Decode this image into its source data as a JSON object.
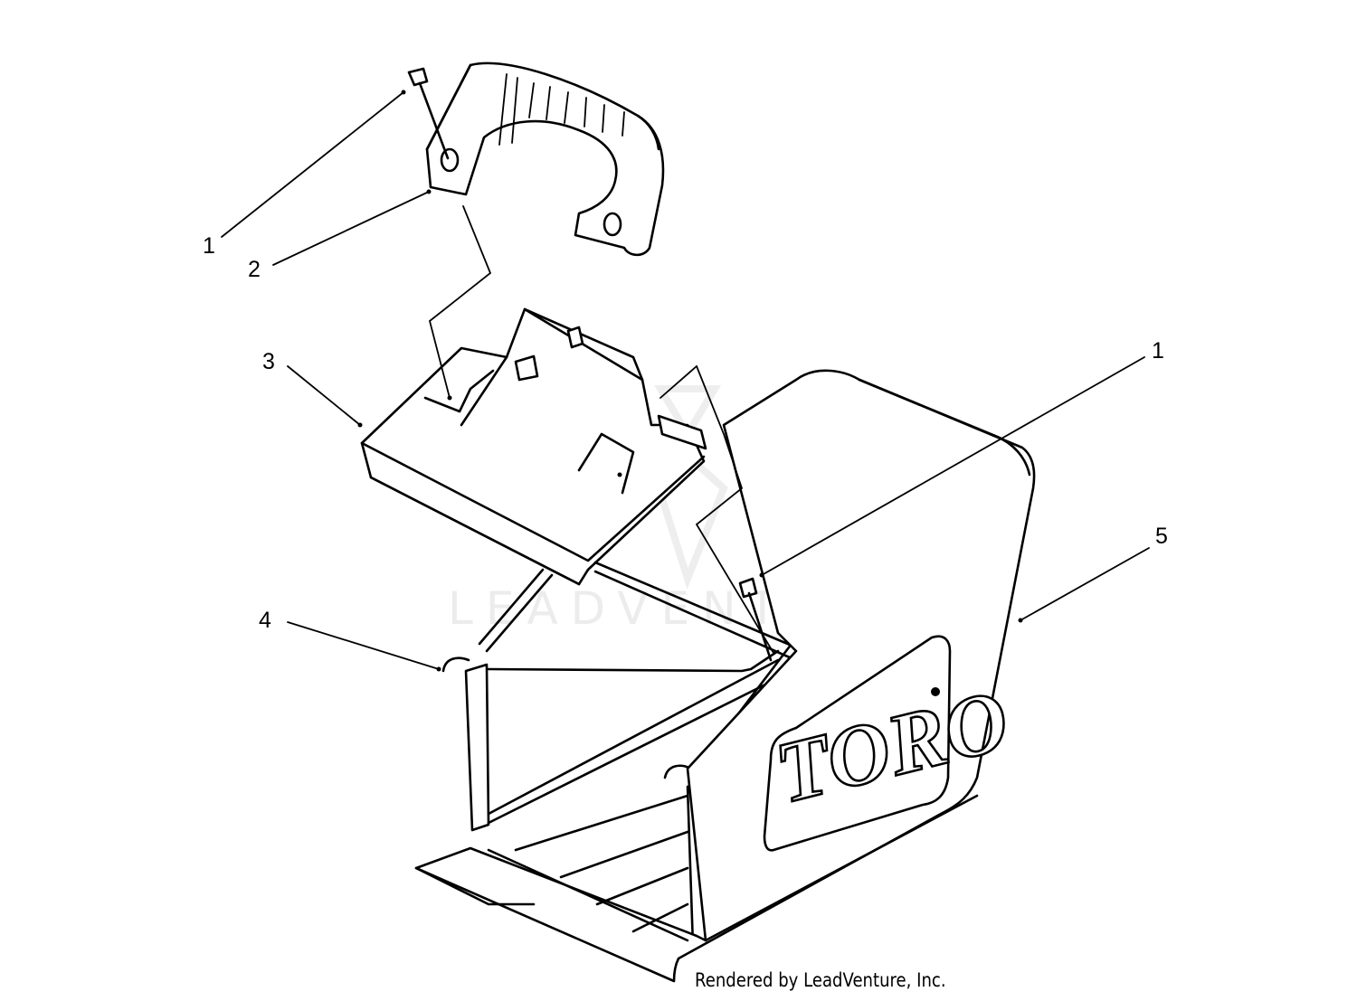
{
  "callouts": [
    {
      "id": "c1a",
      "label": "1"
    },
    {
      "id": "c2",
      "label": "2"
    },
    {
      "id": "c3",
      "label": "3"
    },
    {
      "id": "c1b",
      "label": "1"
    },
    {
      "id": "c4",
      "label": "4"
    },
    {
      "id": "c5",
      "label": "5"
    }
  ],
  "brand_logo": "TORO",
  "watermark": "LEADVENTURE",
  "credit": "Rendered by LeadVenture, Inc."
}
